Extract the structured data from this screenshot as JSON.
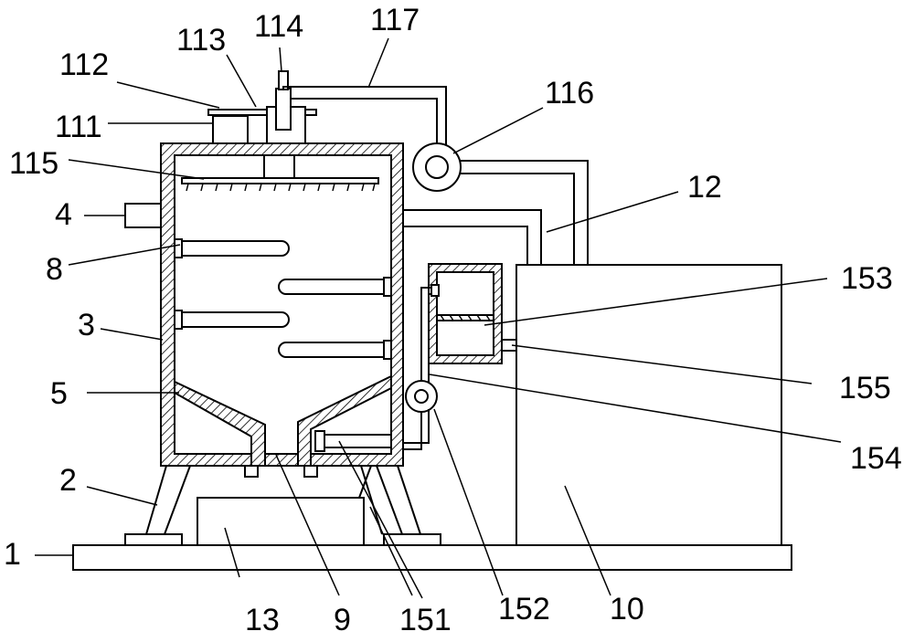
{
  "labels": {
    "l1": "1",
    "l2": "2",
    "l3": "3",
    "l4": "4",
    "l5": "5",
    "l8": "8",
    "l9": "9",
    "l10": "10",
    "l12": "12",
    "l13": "13",
    "l111": "111",
    "l112": "112",
    "l113": "113",
    "l114": "114",
    "l115": "115",
    "l116": "116",
    "l117": "117",
    "l151": "151",
    "l152": "152",
    "l153": "153",
    "l154": "154",
    "l155": "155"
  }
}
